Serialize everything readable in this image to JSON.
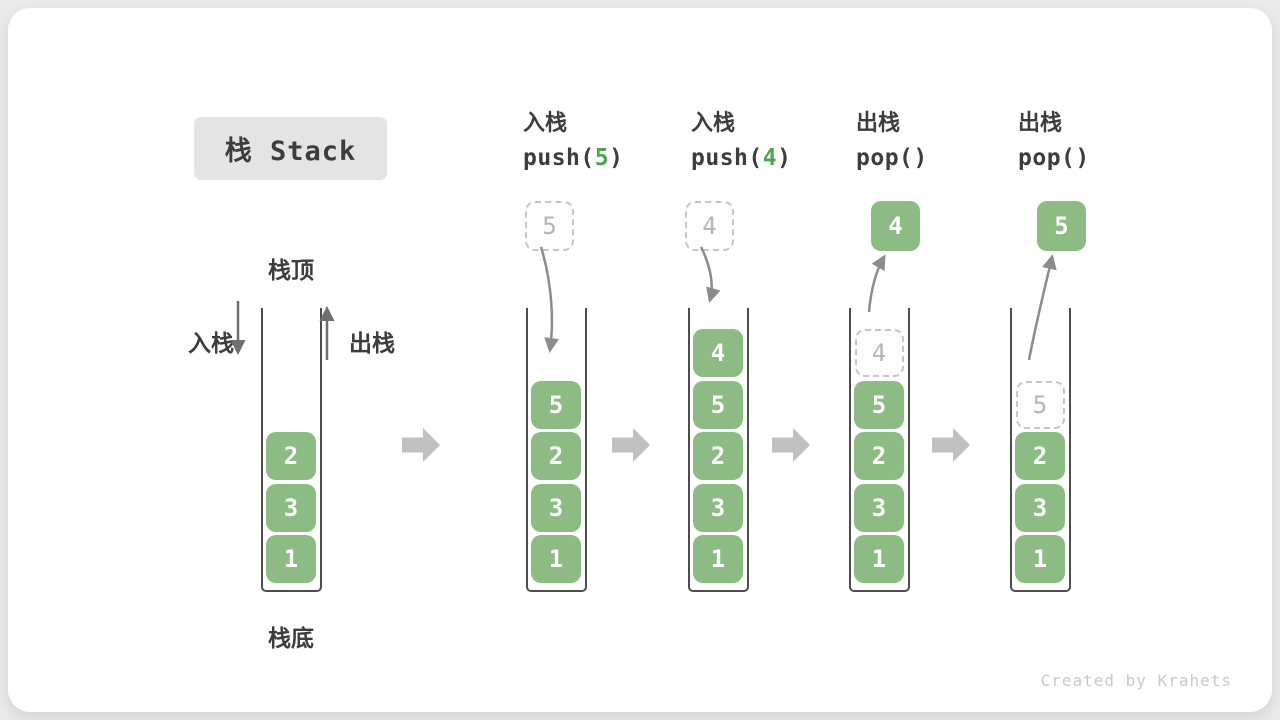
{
  "title": "栈 Stack",
  "watermark": "Created by Krahets",
  "stack_labels": {
    "top": "栈顶",
    "bottom": "栈底",
    "push_side": "入栈",
    "pop_side": "出栈"
  },
  "colors": {
    "block_green": "#8cbb84",
    "code_accent_green": "#50a352",
    "label_text": "#3d3d3d",
    "ghost_border": "#c6c6c6",
    "ghost_text": "#b5b5b5",
    "curved_arrow": "#8c8c8c",
    "straight_arrow": "#6f6f6f",
    "transition_arrow": "#c0c0c0",
    "container_stroke": "#4d4d4d",
    "title_box_bg": "#e4e4e4",
    "card_bg": "#ffffff",
    "page_bg": "#eaeaea",
    "watermark_text": "#c9c9c9"
  },
  "columns": [
    {
      "name": "initial-state",
      "header": null,
      "float": null,
      "slots": [
        {
          "type": "block",
          "value": "2"
        },
        {
          "type": "block",
          "value": "3"
        },
        {
          "type": "block",
          "value": "1"
        }
      ]
    },
    {
      "name": "push-5",
      "header": {
        "op": "入栈",
        "code_parts": [
          {
            "text": "push(",
            "accent": false
          },
          {
            "text": "5",
            "accent": true
          },
          {
            "text": ")",
            "accent": false
          }
        ]
      },
      "float": {
        "type": "incoming-ghost",
        "value": "5"
      },
      "slots": [
        {
          "type": "block",
          "value": "5"
        },
        {
          "type": "block",
          "value": "2"
        },
        {
          "type": "block",
          "value": "3"
        },
        {
          "type": "block",
          "value": "1"
        }
      ]
    },
    {
      "name": "push-4",
      "header": {
        "op": "入栈",
        "code_parts": [
          {
            "text": "push(",
            "accent": false
          },
          {
            "text": "4",
            "accent": true
          },
          {
            "text": ")",
            "accent": false
          }
        ]
      },
      "float": {
        "type": "incoming-ghost",
        "value": "4"
      },
      "slots": [
        {
          "type": "block",
          "value": "4"
        },
        {
          "type": "block",
          "value": "5"
        },
        {
          "type": "block",
          "value": "2"
        },
        {
          "type": "block",
          "value": "3"
        },
        {
          "type": "block",
          "value": "1"
        }
      ]
    },
    {
      "name": "pop-4",
      "header": {
        "op": "出栈",
        "code_parts": [
          {
            "text": "pop()",
            "accent": false
          }
        ]
      },
      "float": {
        "type": "popped-badge",
        "value": "4"
      },
      "slots": [
        {
          "type": "ghost",
          "value": "4"
        },
        {
          "type": "block",
          "value": "5"
        },
        {
          "type": "block",
          "value": "2"
        },
        {
          "type": "block",
          "value": "3"
        },
        {
          "type": "block",
          "value": "1"
        }
      ]
    },
    {
      "name": "pop-5",
      "header": {
        "op": "出栈",
        "code_parts": [
          {
            "text": "pop()",
            "accent": false
          }
        ]
      },
      "float": {
        "type": "popped-badge",
        "value": "5"
      },
      "slots": [
        {
          "type": "ghost",
          "value": "5"
        },
        {
          "type": "block",
          "value": "2"
        },
        {
          "type": "block",
          "value": "3"
        },
        {
          "type": "block",
          "value": "1"
        }
      ]
    }
  ]
}
